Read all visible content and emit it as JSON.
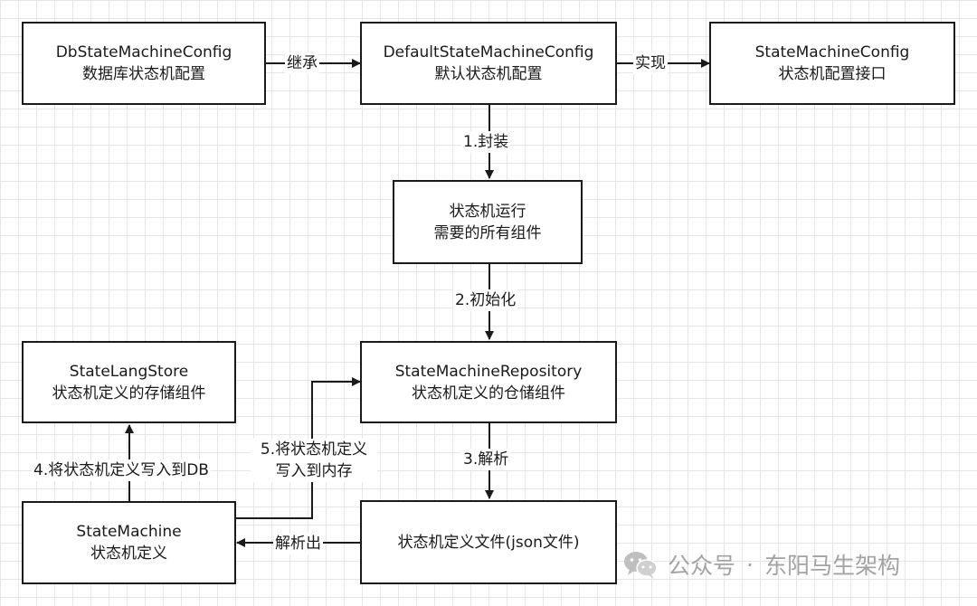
{
  "nodes": {
    "db_config": {
      "line1": "DbStateMachineConfig",
      "line2": "数据库状态机配置"
    },
    "default_config": {
      "line1": "DefaultStateMachineConfig",
      "line2": "默认状态机配置"
    },
    "config_interface": {
      "line1": "StateMachineConfig",
      "line2": "状态机配置接口"
    },
    "components": {
      "line1": "状态机运行",
      "line2": "需要的所有组件"
    },
    "repository": {
      "line1": "StateMachineRepository",
      "line2": "状态机定义的仓储组件"
    },
    "lang_store": {
      "line1": "StateLangStore",
      "line2": "状态机定义的存储组件"
    },
    "state_machine": {
      "line1": "StateMachine",
      "line2": "状态机定义"
    },
    "def_file": {
      "line1": "状态机定义文件(json文件)"
    }
  },
  "edges": {
    "inherit": "继承",
    "implement": "实现",
    "wrap": "1.封装",
    "init": "2.初始化",
    "parse": "3.解析",
    "write_db": "4.将状态机定义写入到DB",
    "write_memory_line1": "5.将状态机定义",
    "write_memory_line2": "写入到内存",
    "parse_out": "解析出"
  },
  "watermark": {
    "text": "公众号",
    "separator": "·",
    "author": "东阳马生架构"
  },
  "colors": {
    "stroke": "#1a1a1a",
    "grid": "#e6e6e6",
    "watermark": "#a3a3a3"
  },
  "icons": {
    "watermark_icon": "wechat-icon"
  }
}
